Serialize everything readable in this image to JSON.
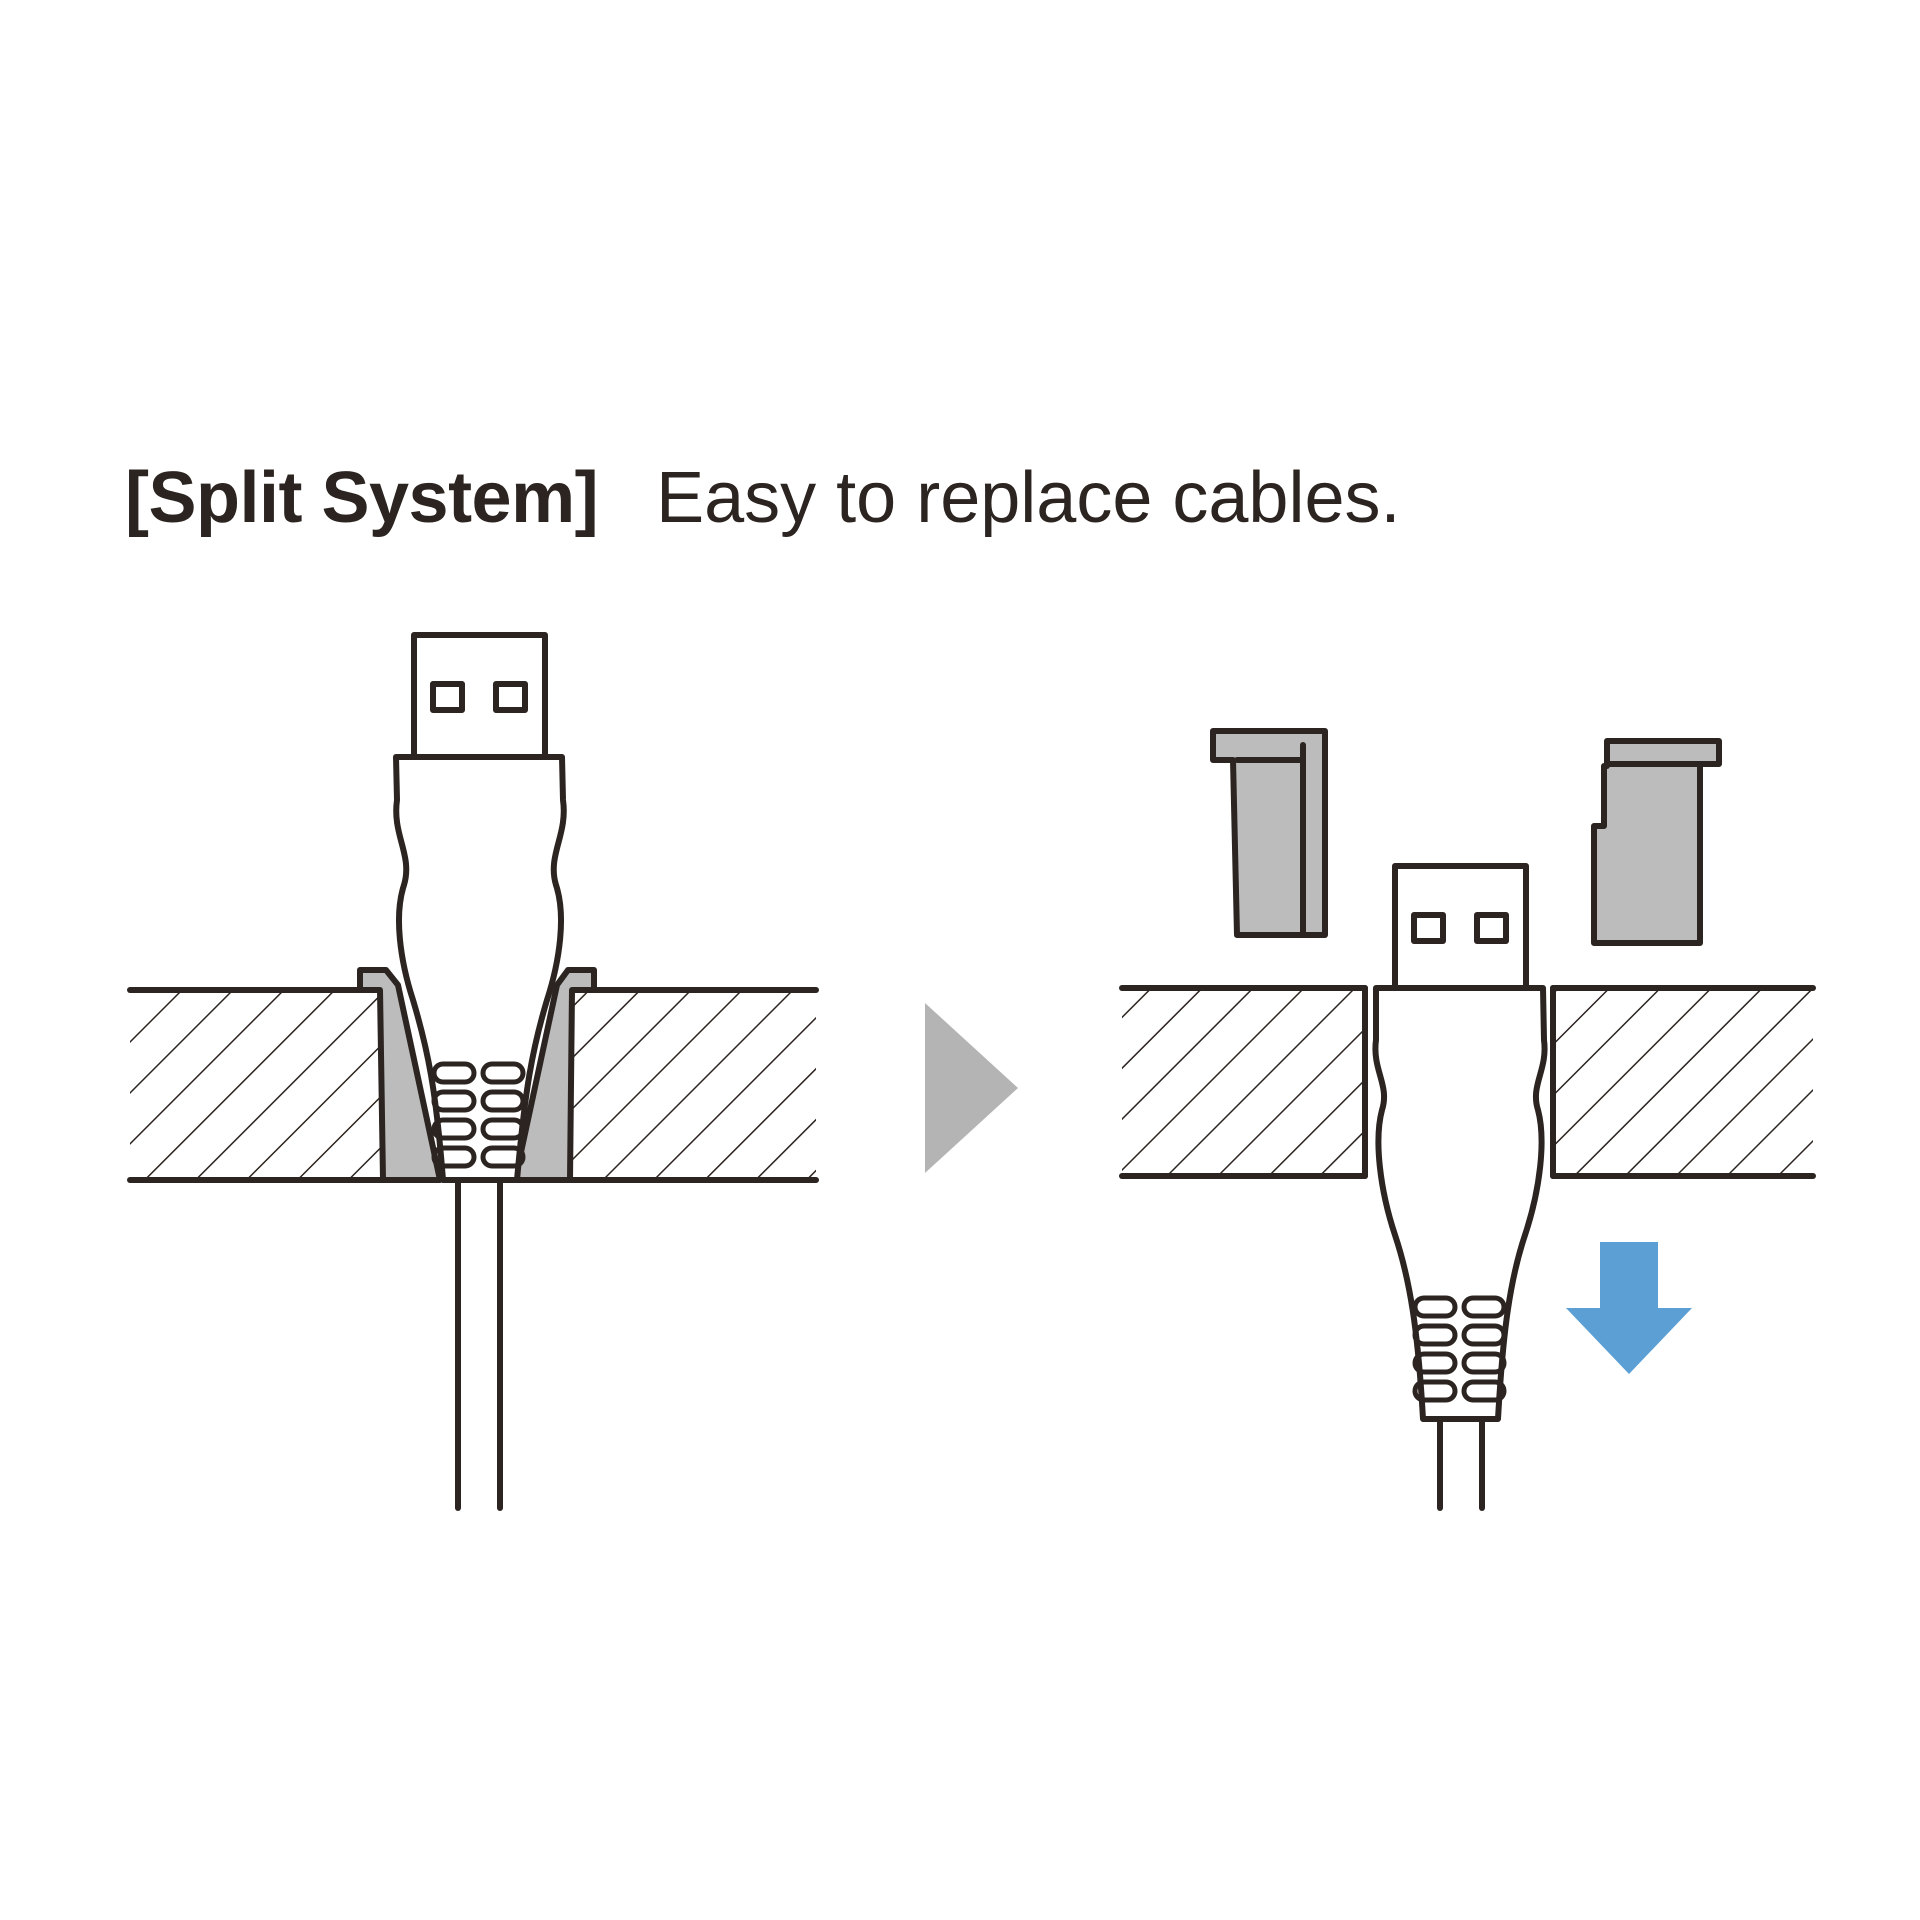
{
  "caption": {
    "heading": "[Split System]",
    "text": "Easy to replace cables."
  },
  "colors": {
    "background": "#ffffff",
    "line": "#2b2420",
    "fill_gray": "#bcbcbc",
    "step_arrow_gray": "#b5b4b4",
    "arrow_blue": "#5b9fd4"
  },
  "panels": [
    {
      "name": "installed",
      "icons": [
        "usb-plug-icon",
        "grommet-insert-icon",
        "panel-hatch-icon",
        "cable-icon"
      ]
    },
    {
      "name": "removed",
      "icons": [
        "usb-plug-icon",
        "grommet-half-left-icon",
        "grommet-half-right-icon",
        "pull-down-arrow-icon"
      ]
    }
  ]
}
